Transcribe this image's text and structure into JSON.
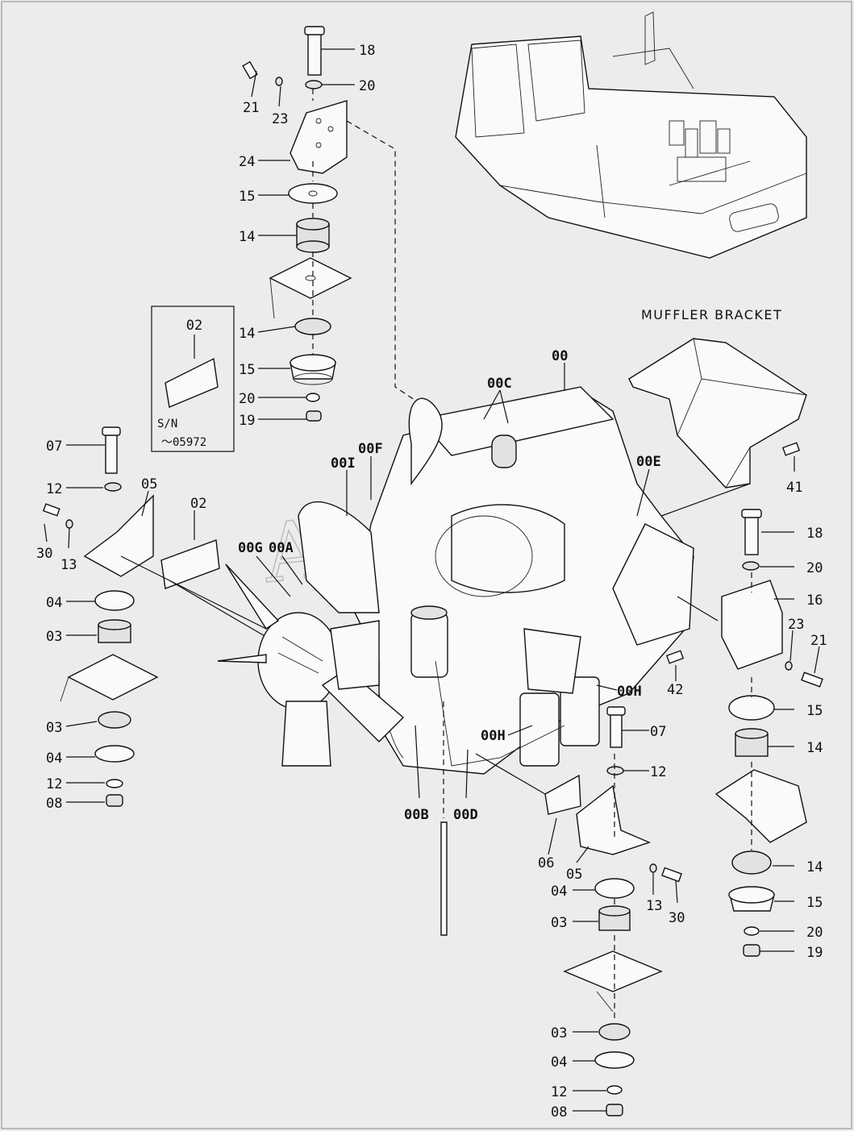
{
  "watermark": "AutoSoft",
  "muffler_bracket_title": "MUFFLER BRACKET",
  "inset": {
    "part": "02",
    "sn_label": "S/N",
    "sn_range": "～05972"
  },
  "callouts": {
    "c18a": "18",
    "c20a": "20",
    "c21a": "21",
    "c23a": "23",
    "c24": "24",
    "c15a": "15",
    "c14a": "14",
    "c14b": "14",
    "c15b": "15",
    "c20b": "20",
    "c19a": "19",
    "c07a": "07",
    "c12a": "12",
    "c05a": "05",
    "c30a": "30",
    "c13a": "13",
    "c02": "02",
    "c04a": "04",
    "c03a": "03",
    "c03b": "03",
    "c04b": "04",
    "c12b": "12",
    "c08a": "08",
    "c00": "00",
    "c00C": "00C",
    "c00F": "00F",
    "c00I": "00I",
    "c00G": "00G",
    "c00A": "00A",
    "c00E": "00E",
    "c41": "41",
    "c18b": "18",
    "c20c": "20",
    "c16": "16",
    "c23b": "23",
    "c21b": "21",
    "c42": "42",
    "c00H1": "00H",
    "c15c": "15",
    "c14c": "14",
    "c14d": "14",
    "c15d": "15",
    "c20d": "20",
    "c19b": "19",
    "c00H2": "00H",
    "c07b": "07",
    "c12c": "12",
    "c00B": "00B",
    "c00D": "00D",
    "c06": "06",
    "c05b": "05",
    "c13b": "13",
    "c30b": "30",
    "c04c": "04",
    "c03c": "03",
    "c03d": "03",
    "c04d": "04",
    "c12d": "12",
    "c08b": "08"
  }
}
